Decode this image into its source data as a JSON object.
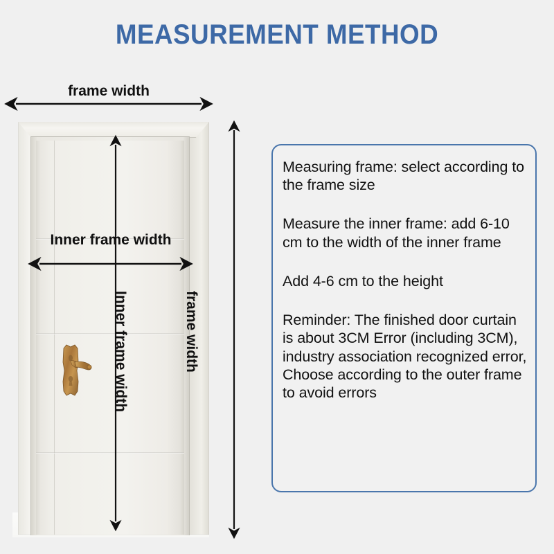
{
  "page": {
    "title": "MEASUREMENT METHOD",
    "background_color": "#f0f0f0",
    "title_color": "#3d69a6"
  },
  "diagram": {
    "subject": "interior door with frame",
    "dimension_labels": {
      "frame_width_top": "frame width",
      "inner_frame_width_horizontal": "Inner frame width",
      "frame_width_vertical": "frame width",
      "inner_frame_width_vertical": "Inner frame width"
    },
    "door": {
      "handle": "brass-lever-handle",
      "panel_color": "#f2f1ec",
      "frame_color": "#eceae4"
    },
    "arrow_color": "#111111"
  },
  "instructions": {
    "border_color": "#4a76ac",
    "paragraphs": [
      "Measuring frame: select according to the frame size",
      "Measure the inner frame: add 6-10 cm to the width of the inner frame",
      "Add 4-6 cm to the height",
      "Reminder: The finished door curtain is about 3CM Error (including 3CM), industry association recognized error, Choose according to the outer frame to avoid errors"
    ]
  }
}
